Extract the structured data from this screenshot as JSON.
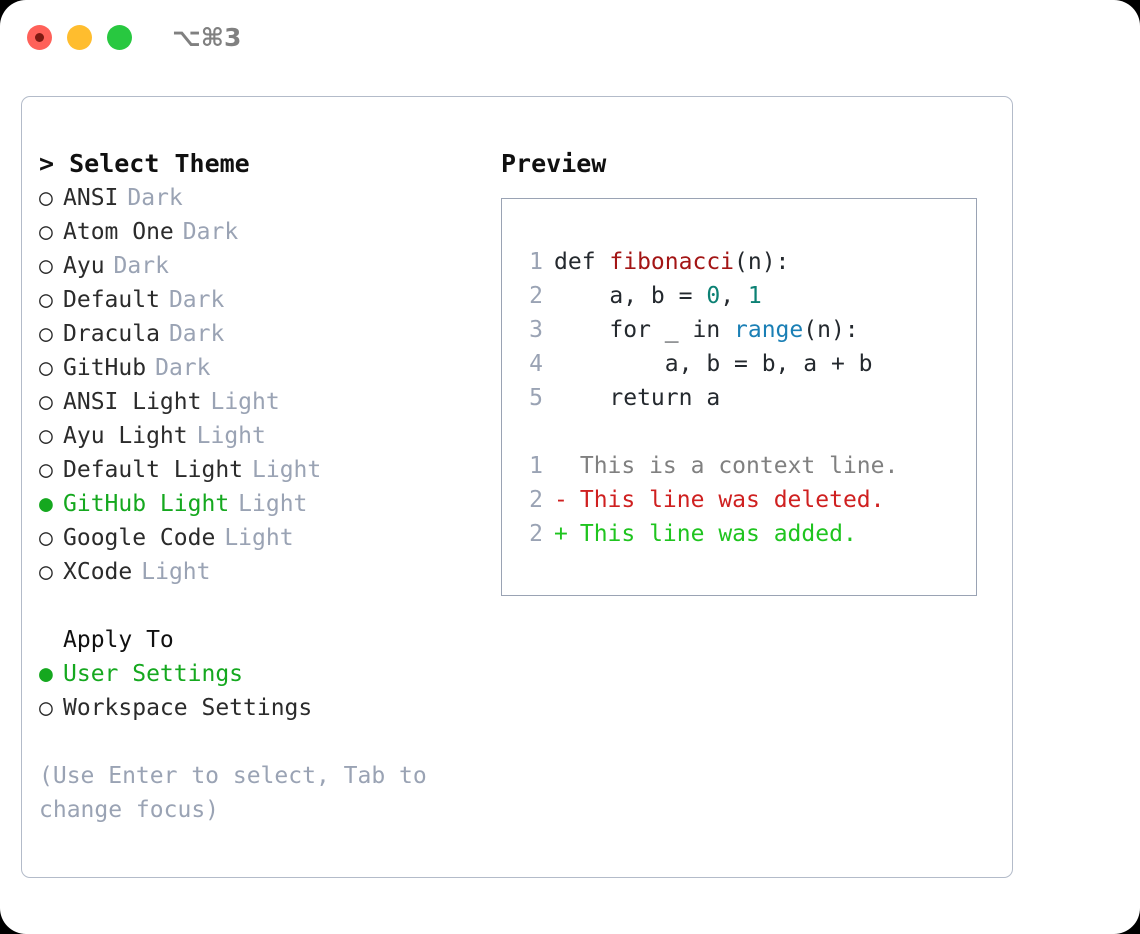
{
  "titlebar": {
    "shortcut": "⌥⌘3",
    "lights": [
      {
        "name": "close",
        "color": "#ff6159"
      },
      {
        "name": "minimize",
        "color": "#ffbd2e"
      },
      {
        "name": "maximize",
        "color": "#28c840"
      }
    ]
  },
  "left": {
    "title": "> Select Theme",
    "themes": [
      {
        "bullet": "○",
        "label": "ANSI",
        "tag": "Dark",
        "selected": false
      },
      {
        "bullet": "○",
        "label": "Atom One",
        "tag": "Dark",
        "selected": false
      },
      {
        "bullet": "○",
        "label": "Ayu",
        "tag": "Dark",
        "selected": false
      },
      {
        "bullet": "○",
        "label": "Default",
        "tag": "Dark",
        "selected": false
      },
      {
        "bullet": "○",
        "label": "Dracula",
        "tag": "Dark",
        "selected": false
      },
      {
        "bullet": "○",
        "label": "GitHub",
        "tag": "Dark",
        "selected": false
      },
      {
        "bullet": "○",
        "label": "ANSI Light",
        "tag": "Light",
        "selected": false
      },
      {
        "bullet": "○",
        "label": "Ayu Light",
        "tag": "Light",
        "selected": false
      },
      {
        "bullet": "○",
        "label": "Default Light",
        "tag": "Light",
        "selected": false
      },
      {
        "bullet": "●",
        "label": "GitHub Light",
        "tag": "Light",
        "selected": true
      },
      {
        "bullet": "○",
        "label": "Google Code",
        "tag": "Light",
        "selected": false
      },
      {
        "bullet": "○",
        "label": "XCode",
        "tag": "Light",
        "selected": false
      }
    ],
    "apply_to": {
      "heading": "Apply To",
      "options": [
        {
          "bullet": "●",
          "label": "User Settings",
          "selected": true
        },
        {
          "bullet": "○",
          "label": "Workspace Settings",
          "selected": false
        }
      ]
    },
    "hint": "(Use Enter to select, Tab to change focus)"
  },
  "right": {
    "title": "Preview",
    "code": [
      {
        "num": "1",
        "parts": [
          {
            "t": "def ",
            "c": "code-txt"
          },
          {
            "t": "fibonacci",
            "c": "tok-fn"
          },
          {
            "t": "(n):",
            "c": "code-txt"
          }
        ]
      },
      {
        "num": "2",
        "parts": [
          {
            "t": "    a, b = ",
            "c": "code-txt"
          },
          {
            "t": "0",
            "c": "tok-num"
          },
          {
            "t": ", ",
            "c": "code-txt"
          },
          {
            "t": "1",
            "c": "tok-num"
          }
        ]
      },
      {
        "num": "3",
        "parts": [
          {
            "t": "    for _ in ",
            "c": "code-txt"
          },
          {
            "t": "range",
            "c": "tok-call"
          },
          {
            "t": "(n):",
            "c": "code-txt"
          }
        ]
      },
      {
        "num": "4",
        "parts": [
          {
            "t": "        a, b = b, a + b",
            "c": "code-txt"
          }
        ]
      },
      {
        "num": "5",
        "parts": [
          {
            "t": "    return a",
            "c": "code-txt"
          }
        ]
      }
    ],
    "diff": [
      {
        "num": "1",
        "mark": " ",
        "text": " This is a context line.",
        "kind": "diff-ctx"
      },
      {
        "num": "2",
        "mark": "-",
        "text": " This line was deleted.",
        "kind": "diff-del"
      },
      {
        "num": "2",
        "mark": "+",
        "text": " This line was added.",
        "kind": "diff-add"
      }
    ]
  },
  "colors": {
    "accent_green": "#15a81f",
    "muted": "#9aa3b4",
    "keyword_red": "#a31515",
    "number_teal": "#0c8174",
    "call_blue": "#1a7fb5",
    "diff_del": "#cf2020",
    "diff_add": "#1fc41f",
    "panel_border": "#b3bbc9"
  }
}
